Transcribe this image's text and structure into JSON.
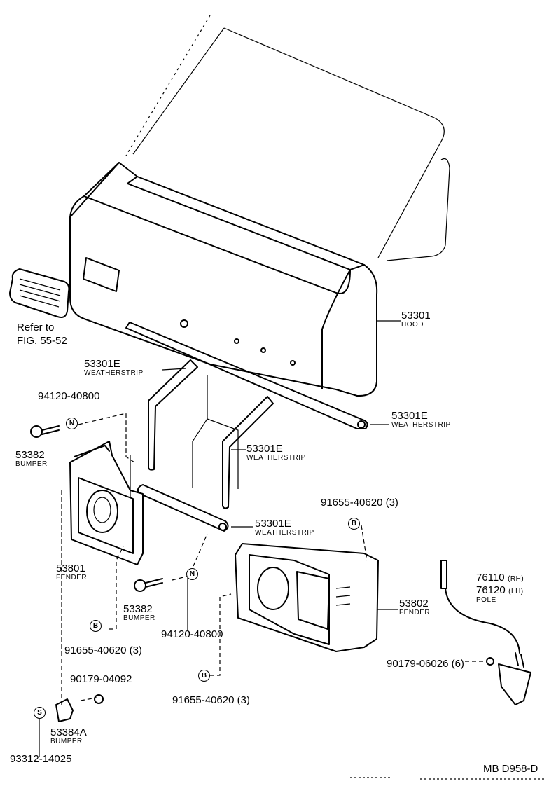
{
  "callouts": {
    "hood": {
      "number": "53301",
      "name": "HOOD"
    },
    "refer": {
      "line1": "Refer to",
      "line2": "FIG. 55-52"
    },
    "weatherstrip_top": {
      "number": "53301E",
      "name": "WEATHERSTRIP"
    },
    "weatherstrip_right": {
      "number": "53301E",
      "name": "WEATHERSTRIP"
    },
    "weatherstrip_mid": {
      "number": "53301E",
      "name": "WEATHERSTRIP"
    },
    "weatherstrip_low": {
      "number": "53301E",
      "name": "WEATHERSTRIP"
    },
    "nut_top": {
      "number": "94120-40800",
      "symbol": "N"
    },
    "nut_mid": {
      "number": "94120-40800",
      "symbol": "N"
    },
    "bumper_left_top": {
      "number": "53382",
      "name": "BUMPER"
    },
    "bumper_left_mid": {
      "number": "53382",
      "name": "BUMPER"
    },
    "fender_left": {
      "number": "53801",
      "name": "FENDER"
    },
    "fender_right": {
      "number": "53802",
      "name": "FENDER"
    },
    "bolt_right_top": {
      "number": "91655-40620 (3)",
      "symbol": "B"
    },
    "bolt_left": {
      "number": "91655-40620 (3)",
      "symbol": "B"
    },
    "bolt_bottom": {
      "number": "91655-40620 (3)",
      "symbol": "B"
    },
    "nut_small": {
      "number": "90179-04092"
    },
    "bumper_a": {
      "number": "53384A",
      "name": "BUMPER"
    },
    "screw": {
      "number": "93312-14025",
      "symbol": "S"
    },
    "pole": {
      "number_rh": "76110",
      "tag_rh": "(RH)",
      "number_lh": "76120",
      "tag_lh": "(LH)",
      "name": "POLE"
    },
    "nut_pole": {
      "number": "90179-06026 (6)"
    }
  },
  "footer": {
    "code": "MB  D958-D"
  }
}
